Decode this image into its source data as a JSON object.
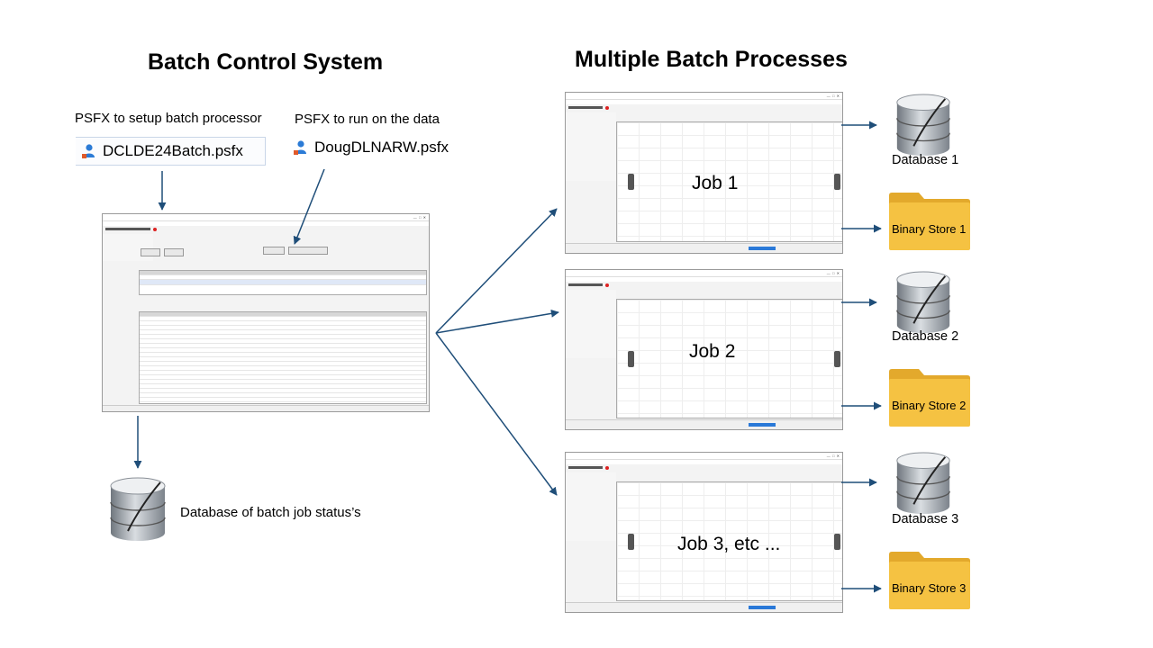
{
  "titles": {
    "left": "Batch Control System",
    "right": "Multiple Batch Processes"
  },
  "captions": {
    "setup": "PSFX to setup batch processor",
    "run": "PSFX to run on the data"
  },
  "files": {
    "batch_file": "DCLDE24Batch.psfx",
    "data_file": "DougDLNARW.psfx"
  },
  "status_db_label": "Database of batch job status’s",
  "jobs": [
    {
      "label": "Job 1",
      "database": "Database 1",
      "binary": "Binary Store 1"
    },
    {
      "label": "Job 2",
      "database": "Database 2",
      "binary": "Binary Store 2"
    },
    {
      "label": "Job 3, etc ...",
      "database": "Database 3",
      "binary": "Binary Store 3"
    }
  ],
  "colors": {
    "arrow": "#1f4e79",
    "folder": "#f5c242",
    "folder_tab": "#e3a92c",
    "db_body": "#9aa1a9",
    "psfx_icon": "#2b7bd6"
  },
  "icons": [
    "psfx-file-icon",
    "database-icon",
    "folder-icon",
    "arrow"
  ]
}
